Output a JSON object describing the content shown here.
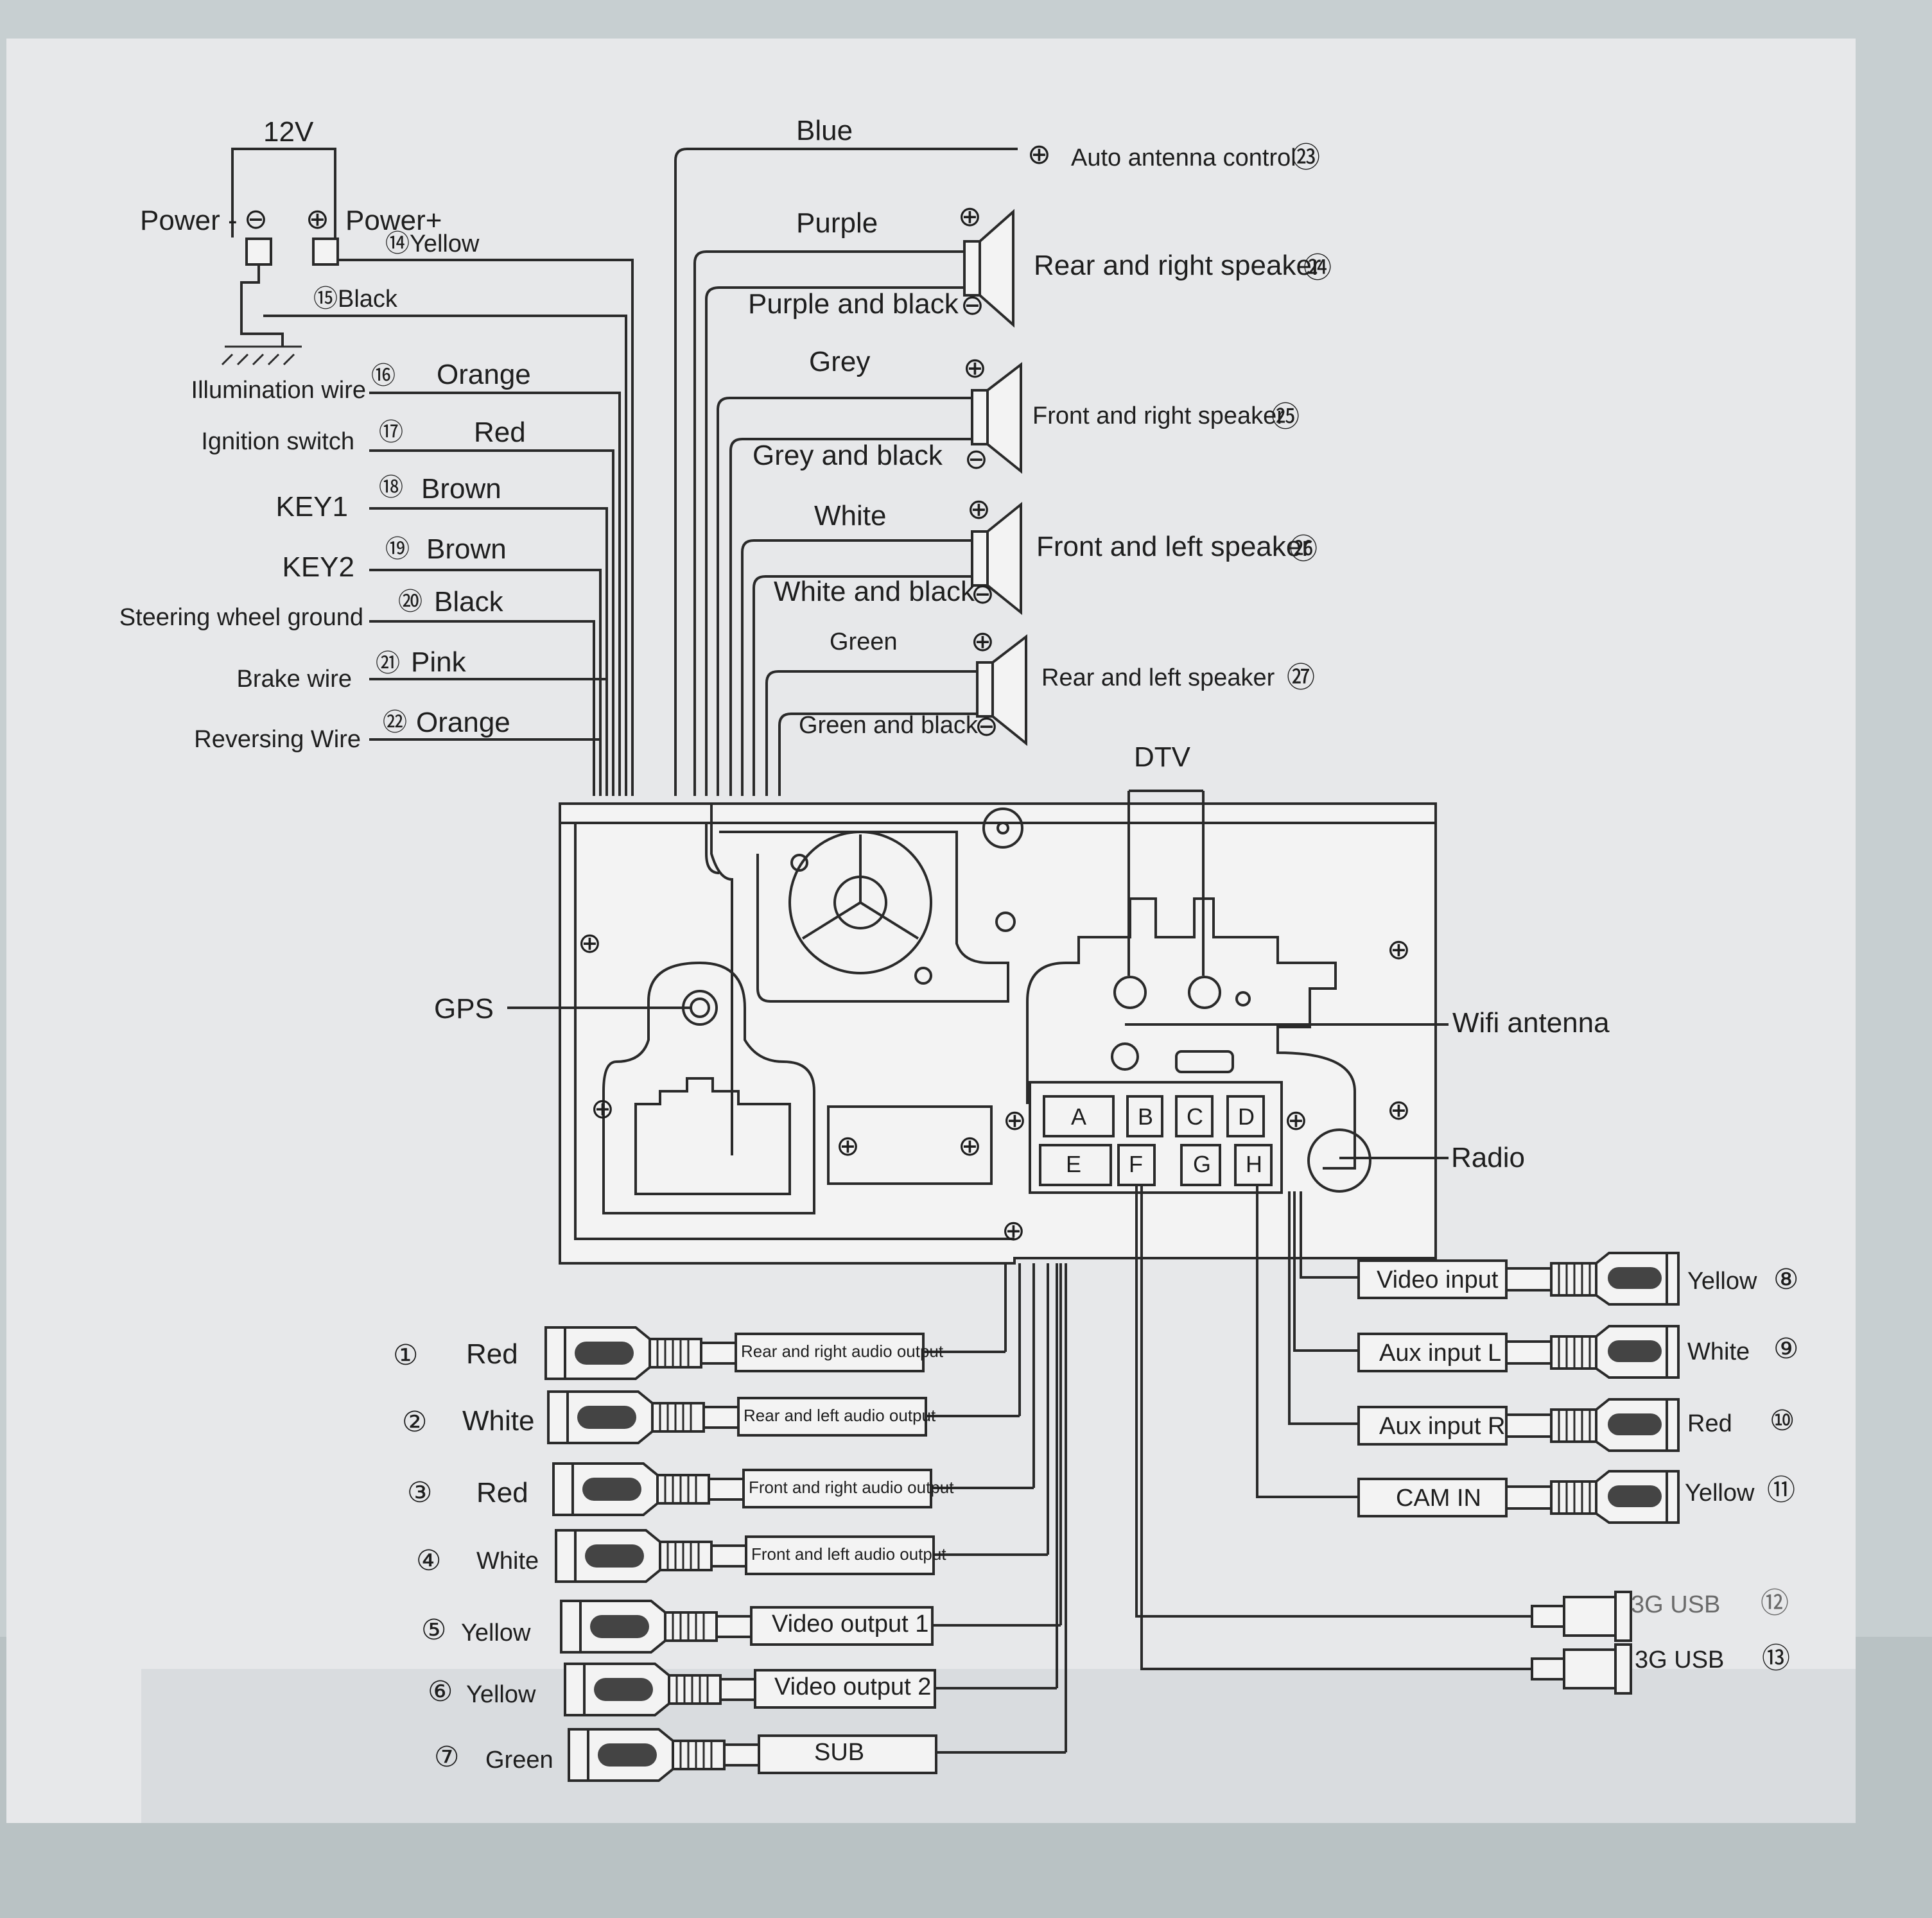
{
  "power": {
    "voltage": "12V",
    "minus_label": "Power -",
    "plus_label": "Power+",
    "yellow": "⑭Yellow",
    "black": "⑮Black"
  },
  "left_wires": [
    {
      "name": "Illumination wire",
      "tag": "⑯",
      "color": "Orange"
    },
    {
      "name": "Ignition switch",
      "tag": "⑰",
      "color": "Red"
    },
    {
      "name": "KEY1",
      "tag": "⑱",
      "color": "Brown"
    },
    {
      "name": "KEY2",
      "tag": "⑲",
      "color": "Brown"
    },
    {
      "name": "Steering wheel ground",
      "tag": "⑳",
      "color": "Black"
    },
    {
      "name": "Brake wire",
      "tag": "㉑",
      "color": "Pink"
    },
    {
      "name": "Reversing Wire",
      "tag": "㉒",
      "color": "Orange"
    }
  ],
  "antenna": {
    "color": "Blue",
    "label": "Auto antenna control",
    "num": "㉓"
  },
  "speakers": [
    {
      "pos": "Purple",
      "neg": "Purple and black",
      "label": "Rear and right speaker",
      "num": "㉔"
    },
    {
      "pos": "Grey",
      "neg": "Grey and black",
      "label": "Front and right speaker",
      "num": "㉕"
    },
    {
      "pos": "White",
      "neg": "White and black",
      "label": "Front and left speaker",
      "num": "㉖"
    },
    {
      "pos": "Green",
      "neg": "Green and black",
      "label": "Rear and left speaker",
      "num": "㉗"
    }
  ],
  "unit_labels": {
    "dtv": "DTV",
    "gps": "GPS",
    "wifi": "Wifi antenna",
    "radio": "Radio",
    "ports_top": [
      "A",
      "B",
      "C",
      "D"
    ],
    "ports_bottom": [
      "E",
      "F",
      "G",
      "H"
    ]
  },
  "rca_left": [
    {
      "num": "①",
      "color": "Red",
      "label": "Rear and right audio output"
    },
    {
      "num": "②",
      "color": "White",
      "label": "Rear and left audio output"
    },
    {
      "num": "③",
      "color": "Red",
      "label": "Front and right audio output"
    },
    {
      "num": "④",
      "color": "White",
      "label": "Front and left audio output"
    },
    {
      "num": "⑤",
      "color": "Yellow",
      "label": "Video output 1"
    },
    {
      "num": "⑥",
      "color": "Yellow",
      "label": "Video output 2"
    },
    {
      "num": "⑦",
      "color": "Green",
      "label": "SUB"
    }
  ],
  "rca_right": [
    {
      "label": "Video input",
      "color": "Yellow",
      "num": "⑧"
    },
    {
      "label": "Aux input L",
      "color": "White",
      "num": "⑨"
    },
    {
      "label": "Aux input R",
      "color": "Red",
      "num": "⑩"
    },
    {
      "label": "CAM IN",
      "color": "Yellow",
      "num": "⑪"
    }
  ],
  "usb": [
    {
      "label": "3G USB",
      "num": "⑫"
    },
    {
      "label": "3G  USB",
      "num": "⑬"
    }
  ]
}
